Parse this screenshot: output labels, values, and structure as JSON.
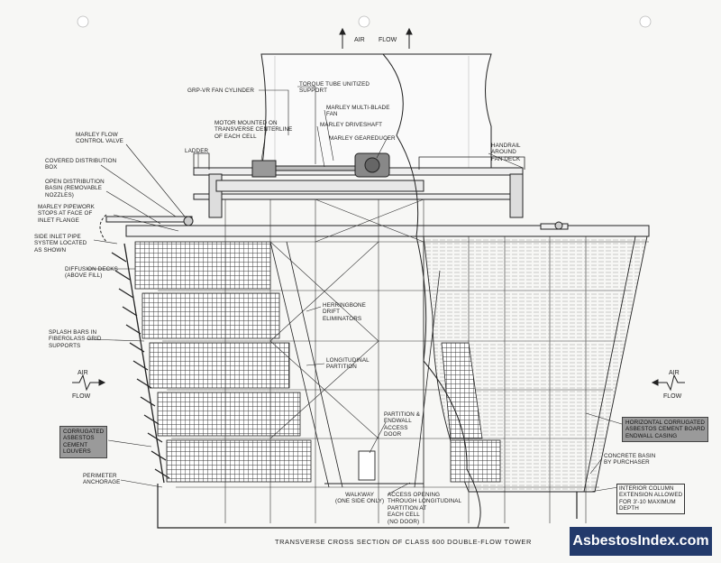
{
  "top_flow": {
    "left": "AIR",
    "right": "FLOW"
  },
  "left_flow": {
    "top": "AIR",
    "bottom": "FLOW"
  },
  "right_flow": {
    "top": "AIR",
    "bottom": "FLOW"
  },
  "labels": {
    "fan_cylinder": "GRP-VR FAN CYLINDER",
    "torque_tube": "TORQUE TUBE UNITIZED\nSUPPORT",
    "multi_blade_fan": "MARLEY MULTI-BLADE\nFAN",
    "driveshaft": "MARLEY DRIVESHAFT",
    "geareducer": "MARLEY GEAREDUCER",
    "motor": "MOTOR MOUNTED ON\nTRANSVERSE CENTERLINE\nOF EACH CELL",
    "flow_control_valve": "MARLEY FLOW\nCONTROL VALVE",
    "ladder": "LADDER",
    "covered_distribution_box": "COVERED DISTRIBUTION\nBOX",
    "open_distribution_basin": "OPEN DISTRIBUTION\nBASIN (REMOVABLE\nNOZZLES)",
    "pipework": "MARLEY PIPEWORK\nSTOPS AT FACE OF\nINLET FLANGE",
    "side_inlet": "SIDE INLET PIPE\nSYSTEM LOCATED\nAS SHOWN",
    "diffusion_decks": "DIFFUSION DECKS\n(ABOVE FILL)",
    "splash_bars": "SPLASH BARS IN\nFIBERGLASS GRID\nSUPPORTS",
    "louvers": "CORRUGATED\nASBESTOS\nCEMENT\nLOUVERS",
    "perimeter_anchorage": "PERIMETER\nANCHORAGE",
    "handrail": "HANDRAIL\nAROUND\nFAN DECK",
    "herringbone": "HERRINGBONE\nDRIFT\nELIMINATORS",
    "longitudinal_partition": "LONGITUDINAL\nPARTITION",
    "endwall_access": "PARTITION &\nENDWALL\nACCESS\nDOOR",
    "access_opening": "ACCESS OPENING\nTHROUGH LONGITUDINAL\nPARTITION AT\nEACH CELL\n(NO DOOR)",
    "walkway": "WALKWAY\n(ONE SIDE ONLY)",
    "horizontal_casing": "HORIZONTAL CORRUGATED\nASBESTOS CEMENT BOARD\nENDWALL CASING",
    "concrete_basin": "CONCRETE BASIN\nBY PURCHASER",
    "interior_column": "INTERIOR COLUMN\nEXTENSION ALLOWED\nFOR 3'-10 MAXIMUM\nDEPTH"
  },
  "caption": "TRANSVERSE CROSS SECTION OF CLASS 600 DOUBLE-FLOW TOWER",
  "watermark": "AsbestosIndex.com",
  "colors": {
    "line": "#2a2a2a",
    "gray_label": "#9a9a9a",
    "watermark_bg": "#233a6b"
  }
}
